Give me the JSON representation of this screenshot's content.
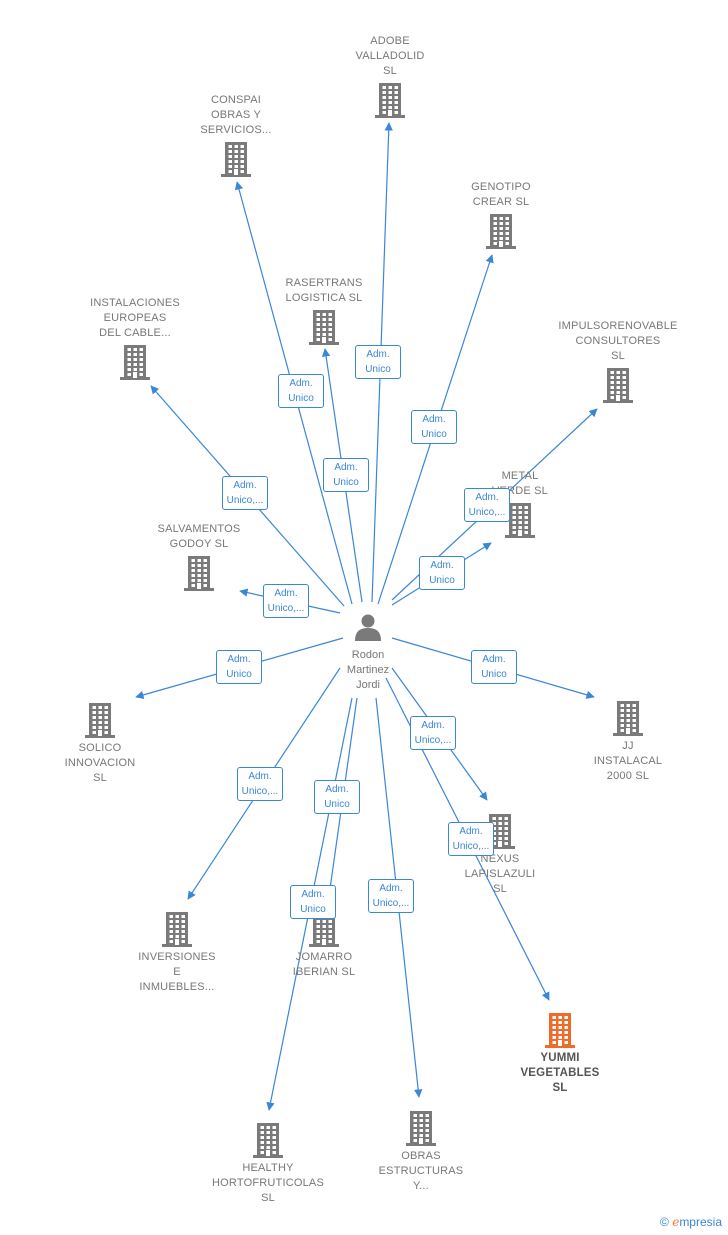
{
  "center": {
    "name": [
      "Rodon",
      "Martinez",
      "Jordi"
    ],
    "icon": "person-icon"
  },
  "colors": {
    "edge": "#3a86d8",
    "building": "#7a7a7a",
    "highlight": "#f06a2a"
  },
  "nodes": [
    {
      "id": "adobe",
      "lines": [
        "ADOBE",
        "VALLADOLID",
        "SL"
      ],
      "icon": "building-icon"
    },
    {
      "id": "conspai",
      "lines": [
        "CONSPAI",
        "OBRAS Y",
        "SERVICIOS..."
      ],
      "icon": "building-icon"
    },
    {
      "id": "genotipo",
      "lines": [
        "GENOTIPO",
        "CREAR  SL"
      ],
      "icon": "building-icon"
    },
    {
      "id": "rasertrans",
      "lines": [
        "RASERTRANS",
        "LOGISTICA  SL"
      ],
      "icon": "building-icon"
    },
    {
      "id": "instalaciones",
      "lines": [
        "INSTALACIONES",
        "EUROPEAS",
        "DEL CABLE..."
      ],
      "icon": "building-icon"
    },
    {
      "id": "impulsor",
      "lines": [
        "IMPULSORENOVABLE",
        "CONSULTORES",
        "SL"
      ],
      "icon": "building-icon"
    },
    {
      "id": "metal",
      "lines": [
        "METAL",
        "VERDE  SL"
      ],
      "icon": "building-icon"
    },
    {
      "id": "salvamentos",
      "lines": [
        "SALVAMENTOS",
        "GODOY SL"
      ],
      "icon": "building-icon"
    },
    {
      "id": "solico",
      "lines": [
        "SOLICO",
        "INNOVACION",
        "SL"
      ],
      "icon": "building-icon"
    },
    {
      "id": "jj",
      "lines": [
        "JJ",
        "INSTALACAL",
        "2000  SL"
      ],
      "icon": "building-icon"
    },
    {
      "id": "nexus",
      "lines": [
        "NEXUS",
        "LAPISLAZULI",
        "SL"
      ],
      "icon": "building-icon"
    },
    {
      "id": "inversiones",
      "lines": [
        "INVERSIONES",
        "E",
        "INMUEBLES..."
      ],
      "icon": "building-icon"
    },
    {
      "id": "jomarro",
      "lines": [
        "JOMARRO",
        "IBERIAN  SL"
      ],
      "icon": "building-icon"
    },
    {
      "id": "yummi",
      "lines": [
        "YUMMI",
        "VEGETABLES",
        "SL"
      ],
      "icon": "building-icon",
      "highlight": true
    },
    {
      "id": "healthy",
      "lines": [
        "HEALTHY",
        "HORTOFRUTICOLAS",
        "SL"
      ],
      "icon": "building-icon"
    },
    {
      "id": "obras",
      "lines": [
        "OBRAS",
        "ESTRUCTURAS",
        "Y..."
      ],
      "icon": "building-icon"
    }
  ],
  "edge_labels": [
    [
      "Adm.",
      "Unico"
    ],
    [
      "Adm.",
      "Unico"
    ],
    [
      "Adm.",
      "Unico"
    ],
    [
      "Adm.",
      "Unico"
    ],
    [
      "Adm.",
      "Unico,..."
    ],
    [
      "Adm.",
      "Unico,..."
    ],
    [
      "Adm.",
      "Unico"
    ],
    [
      "Adm.",
      "Unico,..."
    ],
    [
      "Adm.",
      "Unico"
    ],
    [
      "Adm.",
      "Unico"
    ],
    [
      "Adm.",
      "Unico,..."
    ],
    [
      "Adm.",
      "Unico"
    ],
    [
      "Adm.",
      "Unico,..."
    ],
    [
      "Adm.",
      "Unico,..."
    ],
    [
      "Adm.",
      "Unico"
    ],
    [
      "Adm.",
      "Unico,..."
    ]
  ],
  "footer": {
    "copyright": "©",
    "brand_initial": "e",
    "brand_rest": "mpresia"
  }
}
